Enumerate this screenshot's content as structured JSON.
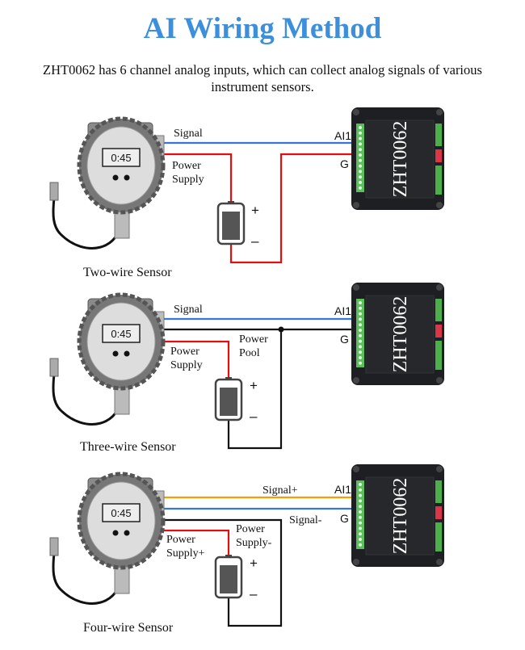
{
  "title": "AI Wiring Method",
  "subtitle": "ZHT0062 has 6 channel analog inputs, which can collect analog signals of various instrument sensors.",
  "device_label": "ZHT0062",
  "sensor_display": "0:45",
  "colors": {
    "title": "#3b8fdc",
    "signal": "#3a74d8",
    "power": "#e01010",
    "ground": "#111111",
    "signal_plus": "#f5a000"
  },
  "panels": [
    {
      "caption": "Two-wire Sensor",
      "signal": "Signal",
      "power": "Power Supply",
      "pin1": "AI1",
      "pin2": "G",
      "plus": "+",
      "minus": "–"
    },
    {
      "caption": "Three-wire Sensor",
      "signal": "Signal",
      "power": "Power Supply",
      "pool": "Power Pool",
      "pin1": "AI1",
      "pin2": "G",
      "plus": "+",
      "minus": "–"
    },
    {
      "caption": "Four-wire Sensor",
      "signal_plus": "Signal+",
      "signal_minus": "Signal-",
      "power_plus": "Power Supply+",
      "power_minus": "Power Supply-",
      "pin1": "AI1",
      "pin2": "G",
      "plus": "+",
      "minus": "–"
    }
  ]
}
